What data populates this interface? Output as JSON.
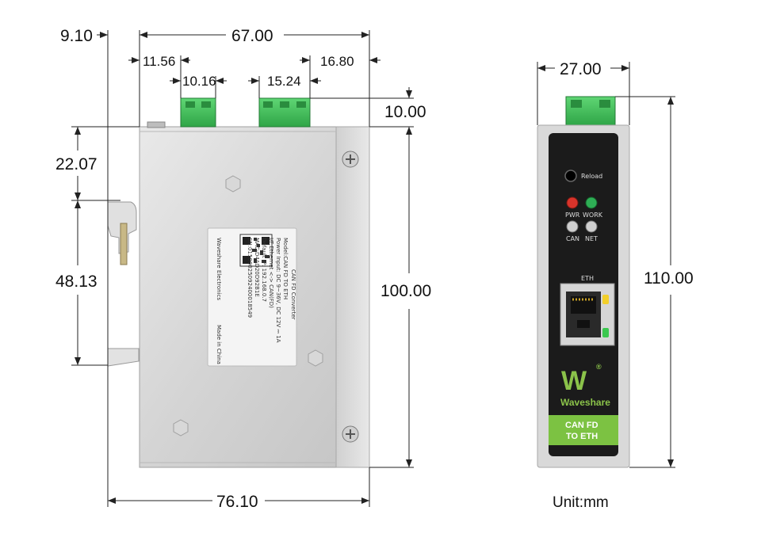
{
  "dimensions": {
    "top_left_offset": "9.10",
    "total_width_top": "67.00",
    "terminal_left_offset": "11.56",
    "terminal_right_offset": "16.80",
    "terminal_small_width": "10.16",
    "terminal_large_width": "15.24",
    "terminal_height": "10.00",
    "rail_top": "22.07",
    "rail_height": "48.13",
    "body_height": "100.00",
    "bottom_width": "76.10",
    "front_width": "27.00",
    "front_height": "110.00"
  },
  "sticker": {
    "title": "CAN FD Converter",
    "lines": [
      "Model:CAN FD TO ETH",
      "Power Input: DC 9~36V, DC 12V ⎓ 1A",
      "I/F:Ethernet <-> CAN(FD)",
      "Default IP: 192.168.0.7",
      "MAC:D4AD20D92B1E",
      "SN:01500025092400018549"
    ],
    "maker": "Waveshare Electronics",
    "origin": "Made in China"
  },
  "front_panel": {
    "reload_label": "Reload",
    "pwr_label": "PWR",
    "work_label": "WORK",
    "can_label": "CAN",
    "net_label": "NET",
    "eth_label": "ETH",
    "brand_mark": "W",
    "registered": "®",
    "brand_name": "Waveshare",
    "product_line1": "CAN FD",
    "product_line2": "TO ETH"
  },
  "unit_label": "Unit:mm",
  "colors": {
    "terminal_green": "#3fbf57",
    "panel_black": "#1b1b1b",
    "ribbon_green": "#7cc242",
    "pwr_led": "#d9342b",
    "work_led": "#2eae55",
    "housing": "#dcdcdc"
  }
}
